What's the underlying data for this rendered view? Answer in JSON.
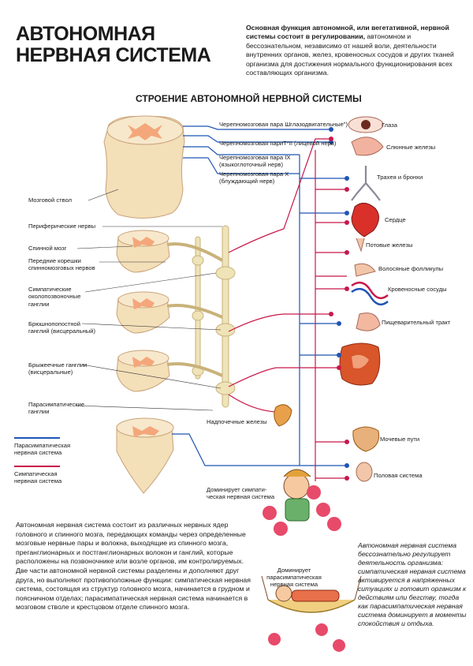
{
  "header": {
    "title_line1": "АВТОНОМНАЯ",
    "title_line2": "НЕРВНАЯ СИСТЕМА",
    "intro_bold": "Основная функция автономной, или вегетативной, нервной системы состоит в регулировании,",
    "intro_rest": " автономном и бессознательном, независимо от нашей воли, деятельности внутренних органов, желез, кровеносных сосудов и других тканей организма для достижения нормального функционирования всех составляющих организма."
  },
  "diagram": {
    "title": "СТРОЕНИЕ АВТОНОМНОЙ НЕРВНОЙ СИСТЕМЫ",
    "left_labels": {
      "brainstem": "Мозговой ствол",
      "peripheral_nerves": "Периферические нервы",
      "spinal_cord": "Спинной мозг",
      "anterior_roots_1": "Передние корешки",
      "anterior_roots_2": "спинномозговых нервов",
      "sympathetic_1": "Симпатические",
      "sympathetic_2": "околопозвоночные",
      "sympathetic_3": "ганглии",
      "celiac_1": "Брюшнопопостной",
      "celiac_2": "ганглий (висцеральный)",
      "mesenteric_1": "Брыжеечные ганглии",
      "mesenteric_2": "(висцеральные)",
      "parasymp_ganglia_1": "Парасимпатические",
      "parasymp_ganglia_2": "ганглии"
    },
    "cranial_nerves": {
      "n3": "Черепномозговая пара Шглазодвигательные\")",
      "n7": "Черепномозговая париТ*ІІ (лицевой нерв)",
      "n9_1": "Черепномозговая пара ІХ",
      "n9_2": "(языкоглоточный нерв)",
      "n10_1": "Черепномозговая пара Х",
      "n10_2": "(блуждающий нерв)"
    },
    "organs": {
      "eyes": "Глаза",
      "salivary": "Слюнные железы",
      "trachea": "Трахея и бронхи",
      "heart": "Сердце",
      "sweat": "Потовые железы",
      "hair": "Волосяные фолликулы",
      "vessels": "Кровеносные сосуды",
      "digestive": "Пищеварительный тракт",
      "adrenal": "Надпочечные железы",
      "urinary": "Мочевые пути",
      "reproductive": "Половая система"
    },
    "legend": {
      "parasymp_1": "Парасимпатическая",
      "parasymp_2": "нервная система",
      "symp_1": "Симпатическая",
      "symp_2": "нервная система"
    },
    "colors": {
      "parasympathetic": "#1f55b5",
      "sympathetic": "#c8184a",
      "tissue": "#f3dfb8",
      "grey_matter": "#f4a77a"
    }
  },
  "captions": {
    "symp_dom_1": "Доминирует симпати-",
    "symp_dom_2": "ческая нервная система",
    "para_dom_1": "Доминирует",
    "para_dom_2": "парасимпатическая",
    "para_dom_3": "нервная система"
  },
  "body_text": "Автономная нервная система состоит из различных нервных ядер головного и спинного мозга, передающих команды через определенные мозговые нервные пары и волокна, выходящие из спинного мозга, преганглионарных и постганглионарных волокон и ганглий, которые расположены на позвоночнике или возле органов, им контролируемых. Две части автономной нервной системы разделены и дополняют друг друга, но выполняют противоположные функции: симпатическая нервная система, состоящая из структур головного мозга, начинается в грудном и поясничном отделах; парасимпатическая нервная система начинается в мозговом стволе и крестцовом отделе спинного мозга.",
  "italic_text": "Автономная нервная система бессознательно регулирует деятельность организма: симпатическая нервная система активируется в напряженных ситуациях и готовит организм к действиям или бегству, тогда как парасимпатическая нервная система доминирует в моменты спокойствия и отдыха."
}
